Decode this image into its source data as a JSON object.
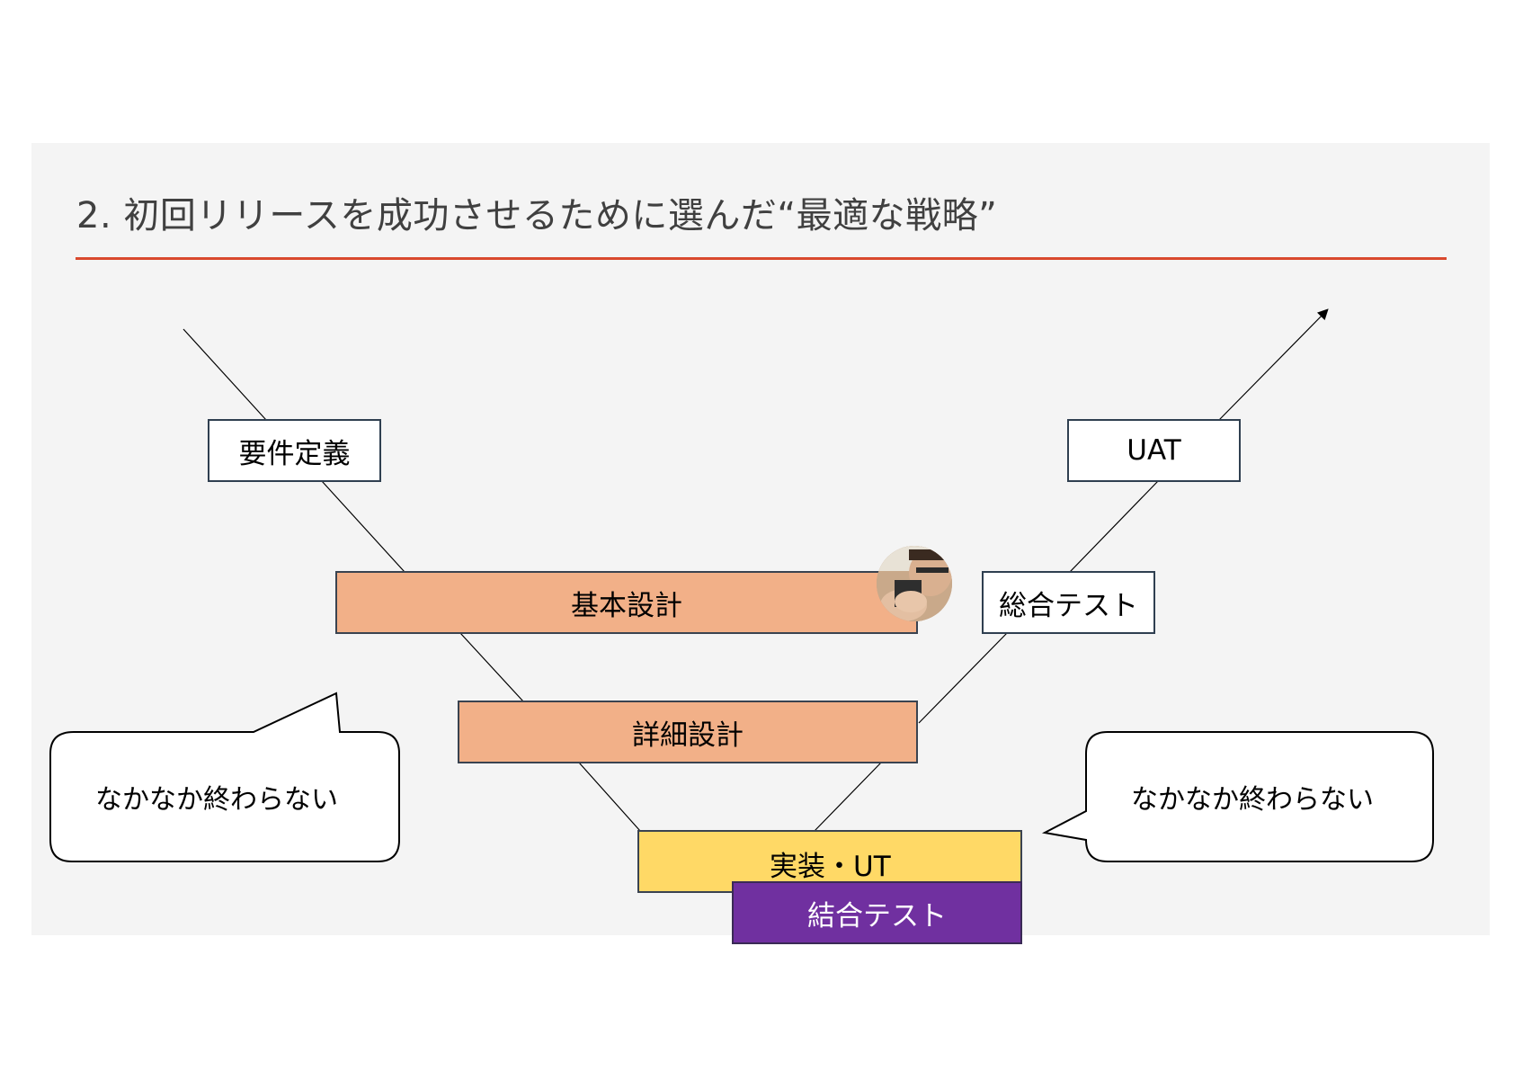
{
  "title": "2. 初回リリースを成功させるために選んだ“最適な戦略”",
  "boxes": {
    "requirements": "要件定義",
    "basic_design": "基本設計",
    "detailed_design": "詳細設計",
    "implementation": "実装・UT",
    "integration_test_bottom": "結合テスト",
    "integration_test_right": "総合テスト",
    "uat": "UAT"
  },
  "bubbles": {
    "left": "なかなか終わらない",
    "right": "なかなか終わらない"
  },
  "colors": {
    "accent_rule": "#d9492e",
    "design_fill": "#f2b088",
    "implementation_fill": "#ffd966",
    "test_fill": "#7030a0"
  }
}
